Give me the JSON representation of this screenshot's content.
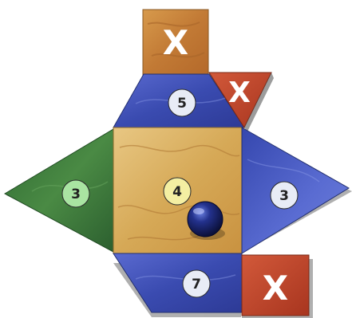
{
  "board": {
    "tiles": [
      {
        "id": "top",
        "kind": "blocked",
        "mark": "X",
        "color": "#c9893f"
      },
      {
        "id": "top-right",
        "kind": "blocked",
        "mark": "X",
        "color": "#c2452a"
      },
      {
        "id": "north",
        "kind": "numbered",
        "number": "5",
        "color": "#3a4fb0"
      },
      {
        "id": "west",
        "kind": "numbered",
        "number": "3",
        "color": "#3e7a3c"
      },
      {
        "id": "center",
        "kind": "numbered",
        "number": "4",
        "color": "#d3a34e"
      },
      {
        "id": "east",
        "kind": "numbered",
        "number": "3",
        "color": "#3a4fb0"
      },
      {
        "id": "south",
        "kind": "numbered",
        "number": "7",
        "color": "#3a4fb0"
      },
      {
        "id": "bottom-right",
        "kind": "blocked",
        "mark": "X",
        "color": "#c2452a"
      }
    ],
    "token": {
      "color": "#1c2a7a",
      "location": "center"
    },
    "badge_colors": {
      "default": "#e8ecf6",
      "green": "#a9e4a2",
      "yellow": "#f4efa2"
    }
  }
}
